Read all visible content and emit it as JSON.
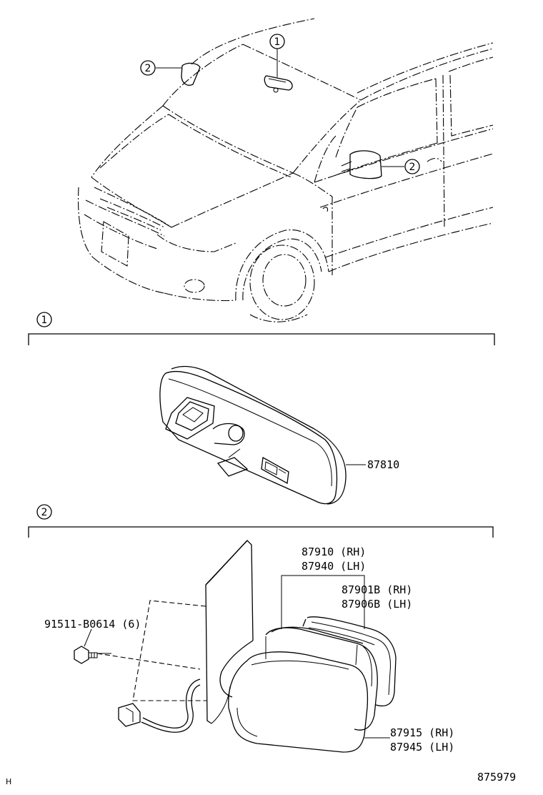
{
  "callouts": {
    "one": "1",
    "two": "2"
  },
  "section1": {
    "number": "1",
    "parts": [
      {
        "part_no": "87810"
      }
    ]
  },
  "section2": {
    "number": "2",
    "parts": [
      {
        "part_no": "87910 (RH)"
      },
      {
        "part_no": "87940 (LH)"
      },
      {
        "part_no": "87901B (RH)"
      },
      {
        "part_no": "87906B (LH)"
      },
      {
        "part_no": "91511-B0614 (6)"
      },
      {
        "part_no": "87915 (RH)"
      },
      {
        "part_no": "87945 (LH)"
      }
    ]
  },
  "footer": {
    "corner_mark": "H",
    "illustration_no": "875979"
  }
}
